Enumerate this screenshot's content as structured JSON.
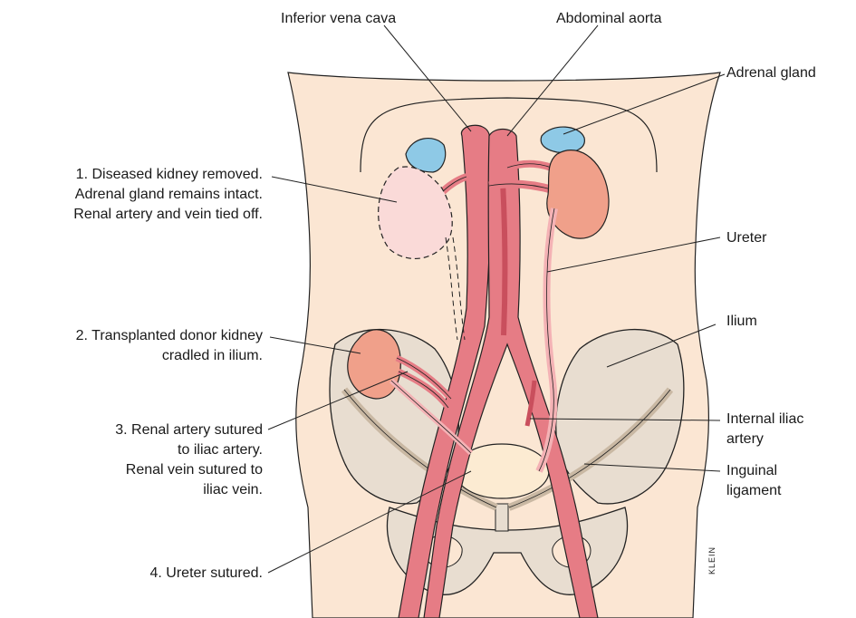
{
  "labels": {
    "inferior_vena_cava": "Inferior vena cava",
    "abdominal_aorta": "Abdominal aorta",
    "adrenal_gland": "Adrenal gland",
    "ureter": "Ureter",
    "ilium": "Ilium",
    "internal_iliac_artery": [
      "Internal iliac",
      "artery"
    ],
    "inguinal_ligament": [
      "Inguinal",
      "ligament"
    ],
    "step1": [
      "1. Diseased kidney removed.",
      "Adrenal gland remains intact.",
      "Renal artery and vein tied off."
    ],
    "step2": [
      "2. Transplanted donor kidney",
      "cradled in ilium."
    ],
    "step3": [
      "3. Renal artery sutured",
      "to iliac artery.",
      "Renal vein sutured to",
      "iliac vein."
    ],
    "step4": "4. Ureter sutured."
  },
  "signature": "KLEIN",
  "colors": {
    "skin": "#fbe6d3",
    "vessel": "#e67c85",
    "vessel_dark": "#c94f5d",
    "kidney": "#f0a08a",
    "kidney_removed": "#fadad8",
    "adrenal": "#8ec9e6",
    "bone": "#e8ddd0",
    "bladder": "#fcebd2",
    "outline": "#222222"
  }
}
